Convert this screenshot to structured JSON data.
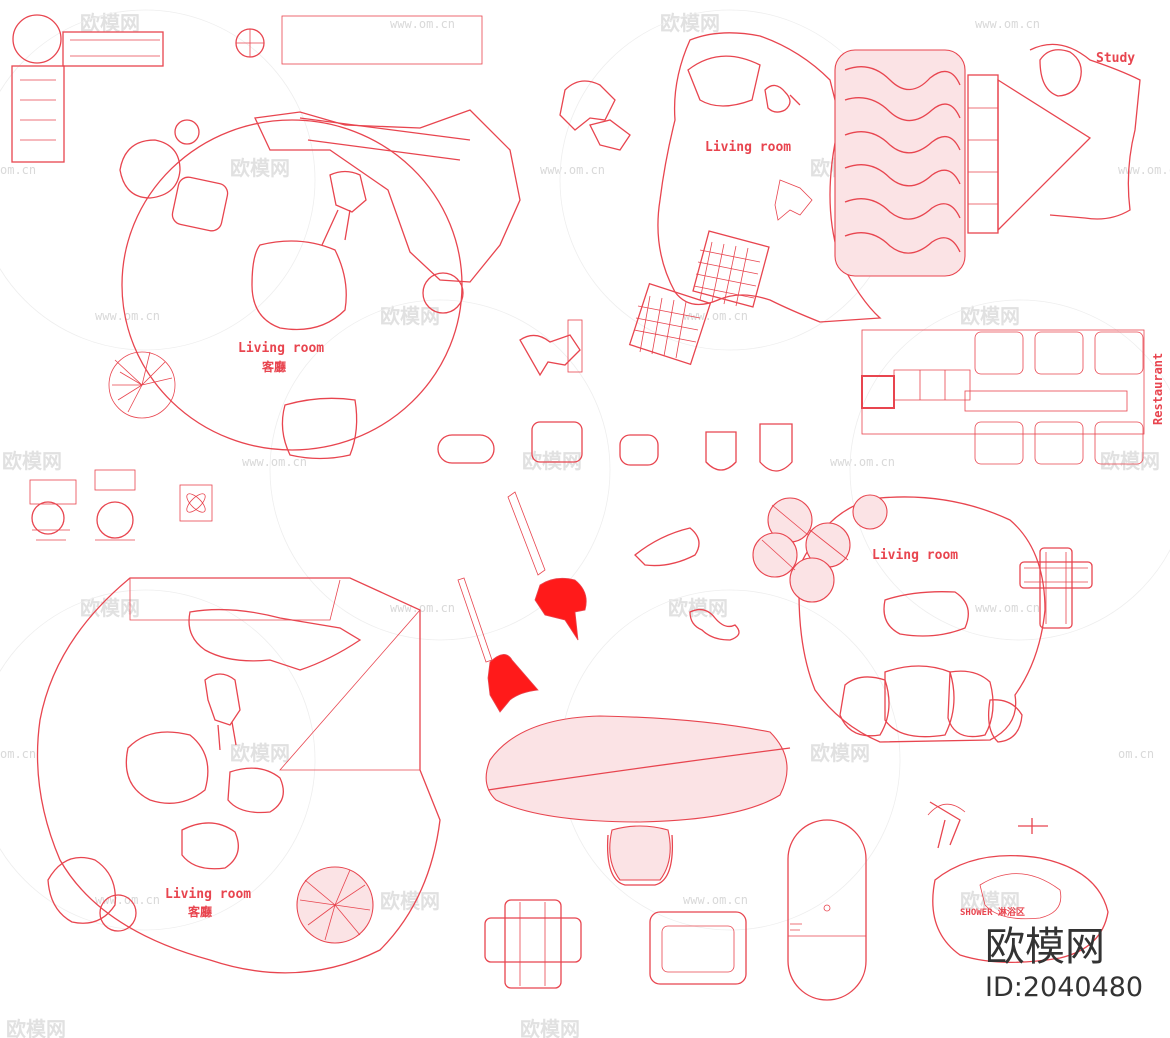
{
  "labels": {
    "living_room_a": "Living room",
    "living_room_a_cn": "客廳",
    "living_room_b": "Living room",
    "living_room_c": "Living room",
    "living_room_d": "Living room",
    "living_room_d_cn": "客廳",
    "study": "Study",
    "restaurant": "Restaurant",
    "shower": "SHOWER 淋浴区"
  },
  "watermark": {
    "logo_text": "欧模网",
    "url_text": "www.om.cn",
    "url_short": "om.cn"
  },
  "brand": {
    "name": "欧模网",
    "id": "ID:2040480"
  },
  "colors": {
    "line": "#e8454f",
    "solid": "#ff1a1a",
    "watermark": "#c9c9c9",
    "brand": "#333333"
  }
}
